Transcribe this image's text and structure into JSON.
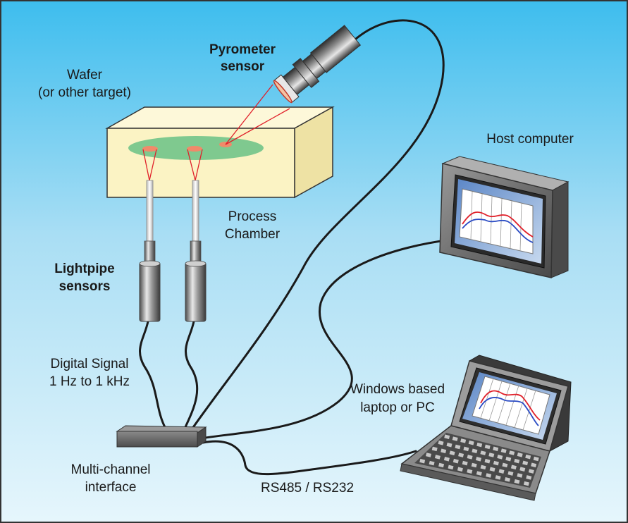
{
  "labels": {
    "pyrometer_line1": "Pyrometer",
    "pyrometer_line2": "sensor",
    "wafer_line1": "Wafer",
    "wafer_line2": "(or other target)",
    "host_computer": "Host computer",
    "process_line1": "Process",
    "process_line2": "Chamber",
    "lightpipe_line1": "Lightpipe",
    "lightpipe_line2": "sensors",
    "digital_line1": "Digital Signal",
    "digital_line2": "1 Hz to 1 kHz",
    "laptop_line1": "Windows based",
    "laptop_line2": "laptop or PC",
    "interface_line1": "Multi-channel",
    "interface_line2": "interface",
    "rs_protocol": "RS485 / RS232"
  },
  "colors": {
    "background_top": "#3dbdee",
    "background_bottom": "#dff3fb",
    "chamber": "#fbf3c4",
    "wafer": "#7fc98f",
    "beam": "#e0202a",
    "cable": "#1a1a1a",
    "chart_red": "#e0202a",
    "chart_blue": "#2b4cc4"
  }
}
